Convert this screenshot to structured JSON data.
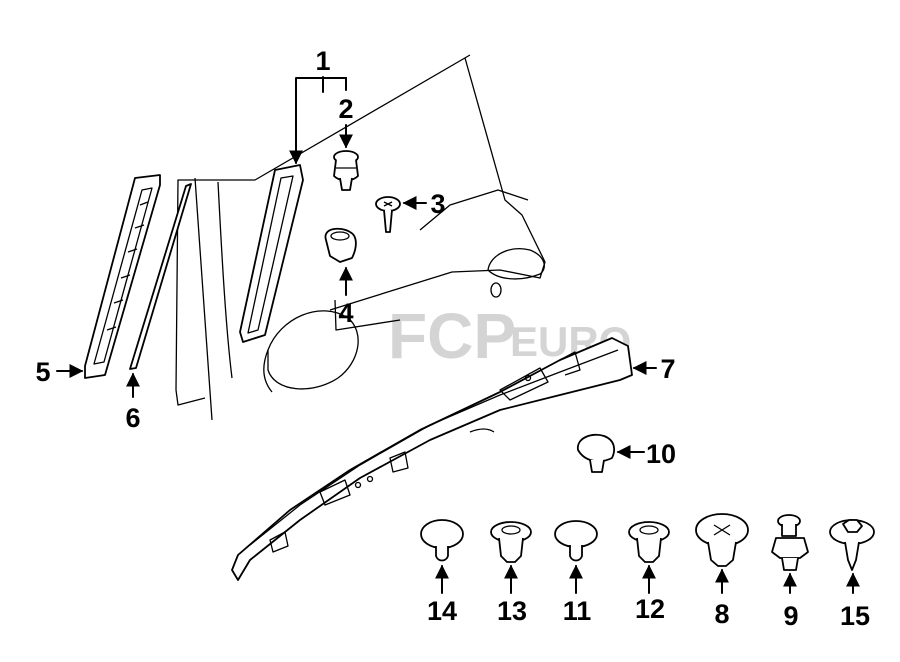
{
  "watermark": {
    "brand": "FCP",
    "suffix": "EURO",
    "color": "#d4d4d4"
  },
  "callouts": [
    {
      "id": "1",
      "label": "1"
    },
    {
      "id": "2",
      "label": "2"
    },
    {
      "id": "3",
      "label": "3"
    },
    {
      "id": "4",
      "label": "4"
    },
    {
      "id": "5",
      "label": "5"
    },
    {
      "id": "6",
      "label": "6"
    },
    {
      "id": "7",
      "label": "7"
    },
    {
      "id": "8",
      "label": "8"
    },
    {
      "id": "9",
      "label": "9"
    },
    {
      "id": "10",
      "label": "10"
    },
    {
      "id": "11",
      "label": "11"
    },
    {
      "id": "12",
      "label": "12"
    },
    {
      "id": "13",
      "label": "13"
    },
    {
      "id": "14",
      "label": "14"
    },
    {
      "id": "15",
      "label": "15"
    }
  ],
  "colors": {
    "line": "#000000",
    "background": "#ffffff"
  }
}
